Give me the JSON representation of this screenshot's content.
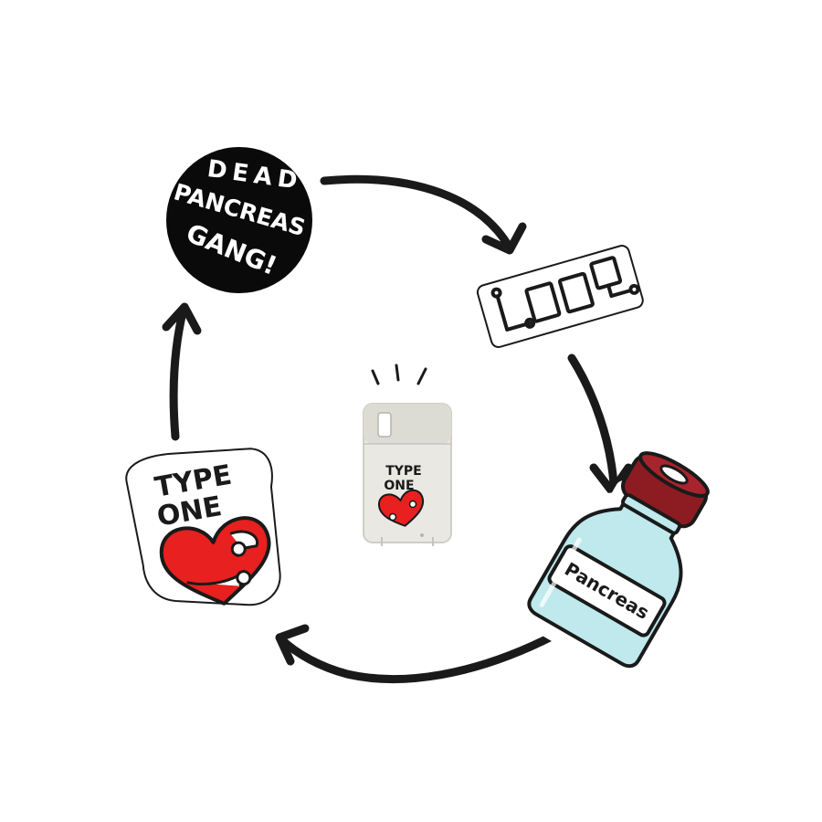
{
  "colors": {
    "ink": "#1a1a1a",
    "sticker_black": "#0a0a0a",
    "heart_red": "#e8201f",
    "vial_glass": "#bfe9ec",
    "vial_cap": "#8c1c22",
    "device_body": "#e9e8e2",
    "white": "#ffffff"
  },
  "stickers": {
    "dead_pancreas": {
      "line1": "DEAD",
      "line2": "PANCREAS",
      "line3": "GANG!"
    },
    "loop": {
      "text": "LOOP"
    },
    "vial": {
      "label": "Pancreas"
    },
    "type_one": {
      "line1": "TYPE",
      "line2": "ONE"
    },
    "device": {
      "line1": "TYPE",
      "line2": "ONE"
    }
  },
  "icons": {
    "cycle_arrows": "curved-arrow-icon",
    "heart": "hugging-heart-icon",
    "vial": "insulin-vial-icon",
    "device": "insulin-pump-pod-icon"
  }
}
